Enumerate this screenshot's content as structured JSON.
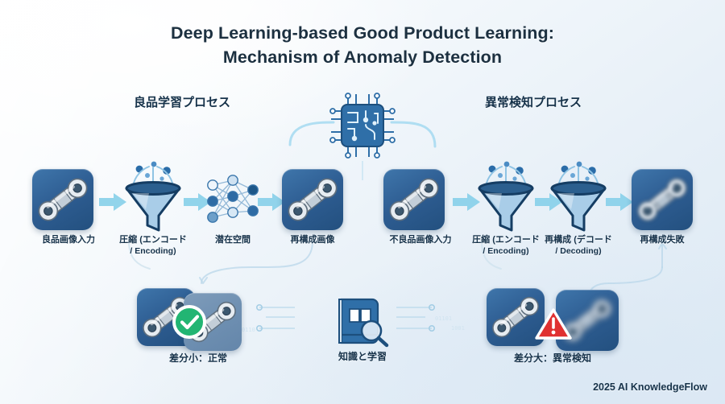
{
  "title": {
    "line1": "Deep Learning-based Good Product Learning:",
    "line2": "Mechanism of Anomaly Detection"
  },
  "sections": {
    "left_header": "良品学習プロセス",
    "right_header": "異常検知プロセス"
  },
  "left_pipeline": [
    {
      "id": "good-image-input",
      "label": "良品画像入力",
      "sub": "",
      "icon": "mechanical-part-tile"
    },
    {
      "id": "encoding",
      "label": "圧縮 (エンコード",
      "sub": "/ Encoding)",
      "icon": "funnel-icon"
    },
    {
      "id": "latent-space",
      "label": "潜在空間",
      "sub": "",
      "icon": "neural-network-icon"
    },
    {
      "id": "reconstructed-image",
      "label": "再構成画像",
      "sub": "",
      "icon": "mechanical-part-tile"
    }
  ],
  "right_pipeline": [
    {
      "id": "defect-image-input",
      "label": "不良品画像入力",
      "sub": "",
      "icon": "mechanical-part-tile"
    },
    {
      "id": "encoding",
      "label": "圧縮 (エンコード",
      "sub": "/ Encoding)",
      "icon": "funnel-icon"
    },
    {
      "id": "decoding",
      "label": "再構成 (デコード",
      "sub": "/ Decoding)",
      "icon": "funnel-icon"
    },
    {
      "id": "reconstruction-failure",
      "label": "再構成失敗",
      "sub": "",
      "icon": "mechanical-part-tile-blurred"
    }
  ],
  "center_top": {
    "icon": "ai-chip-icon",
    "label": ""
  },
  "bottom": {
    "normal_result": {
      "label": "差分小：正常",
      "badge_icon": "check-circle-icon",
      "badge_color": "#22b573"
    },
    "knowledge": {
      "label": "知識と学習",
      "icon": "book-magnifier-icon"
    },
    "anomaly_result": {
      "label": "差分大：異常検知",
      "badge_icon": "warning-triangle-icon",
      "badge_color": "#e03131"
    }
  },
  "footer": {
    "text": "2025 AI KnowledgeFlow"
  },
  "colors": {
    "title": "#1c3040",
    "label": "#16324a",
    "tile_blue_dark": "#2e5d92",
    "tile_blue_light": "#6f90b2",
    "arrow": "#7ecbe8",
    "accent_green": "#22b573",
    "accent_red": "#e03131",
    "background_start": "#fdfeff",
    "background_end": "#dce9f4"
  }
}
